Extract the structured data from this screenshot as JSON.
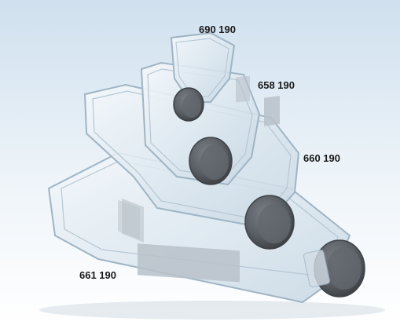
{
  "colors": {
    "background_top": "#cfe0ee",
    "background_bottom": "#ffffff",
    "plastic": "#dfeaf2",
    "plastic_edge": "#9fb4c4",
    "cap": "#5e6368",
    "cap_dark": "#3e4246",
    "label_patch": "#b9c1c9",
    "text": "#1a1a1a"
  },
  "labels": {
    "flask_1": "690 190",
    "flask_2": "658 190",
    "flask_3": "660 190",
    "flask_4": "661 190"
  }
}
